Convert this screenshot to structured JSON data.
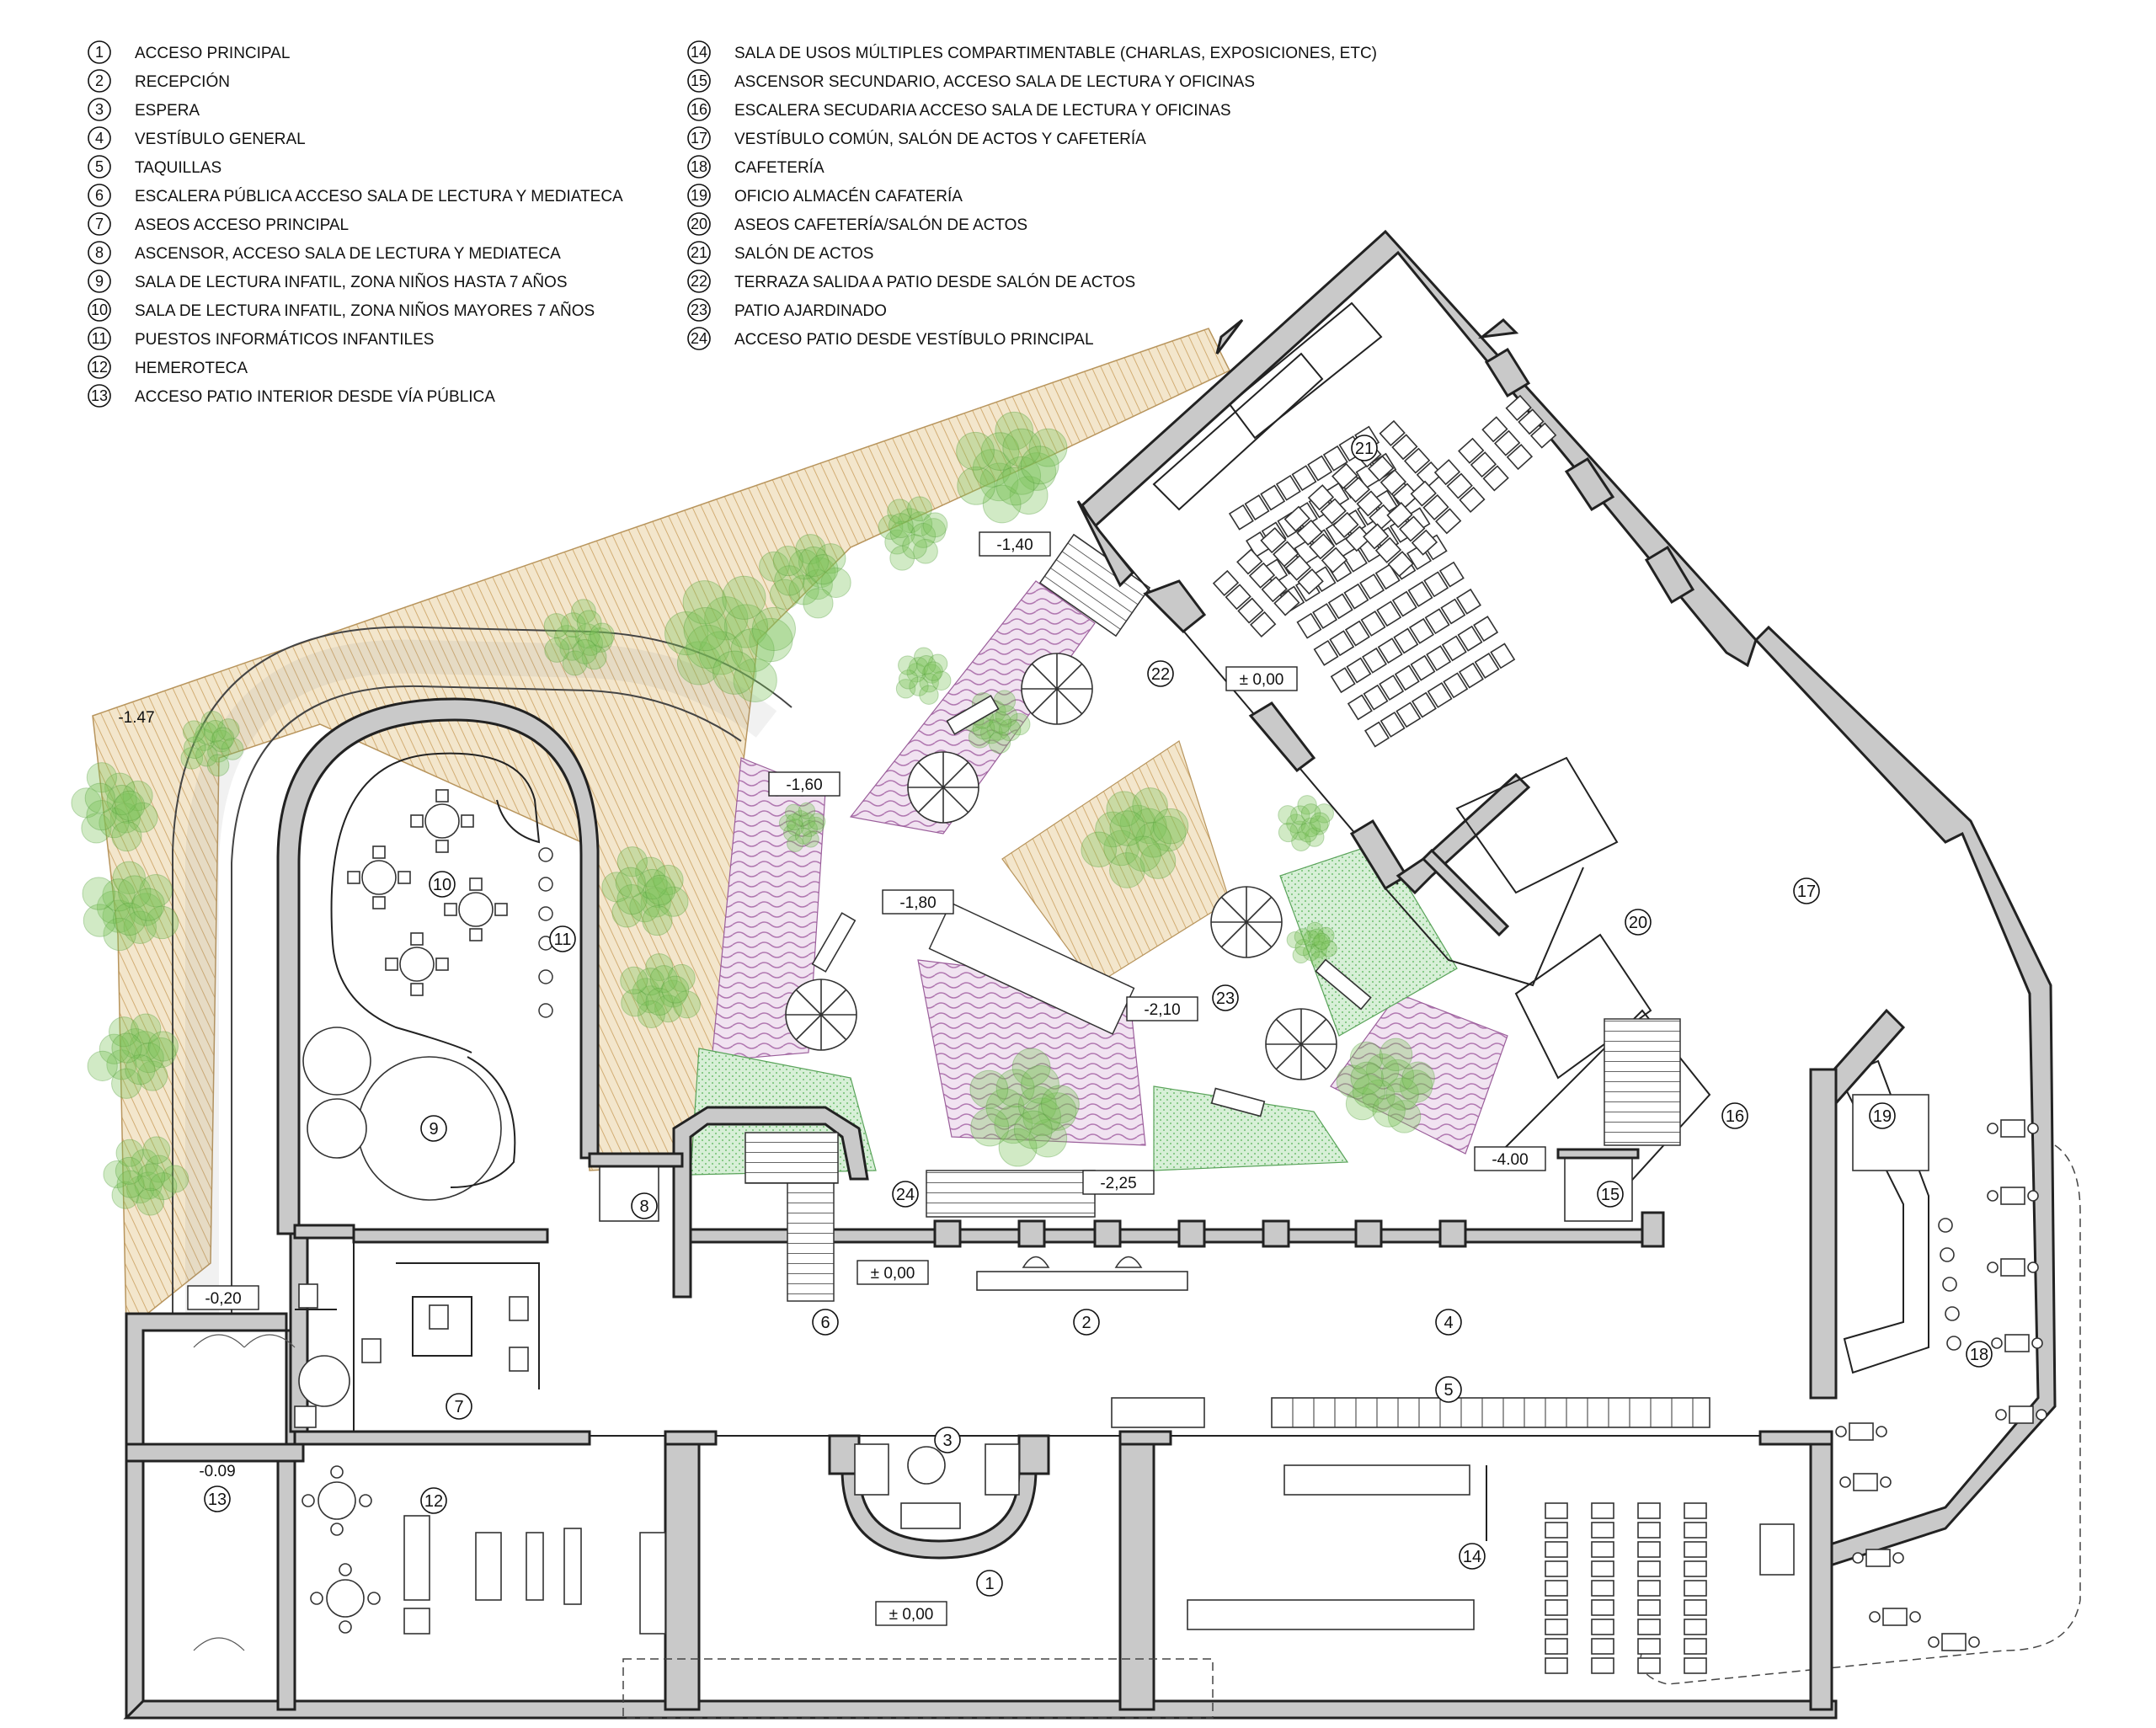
{
  "legend": [
    {
      "num": "1",
      "text": "ACCESO PRINCIPAL"
    },
    {
      "num": "2",
      "text": "RECEPCIÓN"
    },
    {
      "num": "3",
      "text": "ESPERA"
    },
    {
      "num": "4",
      "text": "VESTÍBULO GENERAL"
    },
    {
      "num": "5",
      "text": "TAQUILLAS"
    },
    {
      "num": "6",
      "text": "ESCALERA PÚBLICA ACCESO SALA DE LECTURA Y MEDIATECA"
    },
    {
      "num": "7",
      "text": "ASEOS ACCESO PRINCIPAL"
    },
    {
      "num": "8",
      "text": "ASCENSOR, ACCESO SALA DE LECTURA Y MEDIATECA"
    },
    {
      "num": "9",
      "text": "SALA DE LECTURA INFATIL, ZONA NIÑOS HASTA 7 AÑOS"
    },
    {
      "num": "10",
      "text": "SALA DE LECTURA INFATIL, ZONA NIÑOS MAYORES 7 AÑOS"
    },
    {
      "num": "11",
      "text": "PUESTOS INFORMÁTICOS INFANTILES"
    },
    {
      "num": "12",
      "text": "HEMEROTECA"
    },
    {
      "num": "13",
      "text": "ACCESO PATIO INTERIOR DESDE VÍA PÚBLICA"
    },
    {
      "num": "14",
      "text": "SALA DE USOS MÚLTIPLES COMPARTIMENTABLE (CHARLAS, EXPOSICIONES, ETC)"
    },
    {
      "num": "15",
      "text": "ASCENSOR SECUNDARIO, ACCESO SALA DE LECTURA Y  OFICINAS"
    },
    {
      "num": "16",
      "text": "ESCALERA SECUDARIA ACCESO SALA DE LECTURA Y OFICINAS"
    },
    {
      "num": "17",
      "text": "VESTÍBULO COMÚN, SALÓN DE ACTOS Y CAFETERÍA"
    },
    {
      "num": "18",
      "text": "CAFETERÍA"
    },
    {
      "num": "19",
      "text": "OFICIO ALMACÉN CAFATERÍA"
    },
    {
      "num": "20",
      "text": "ASEOS CAFETERÍA/SALÓN DE ACTOS"
    },
    {
      "num": "21",
      "text": "SALÓN DE ACTOS"
    },
    {
      "num": "22",
      "text": "TERRAZA SALIDA A PATIO DESDE SALÓN DE ACTOS"
    },
    {
      "num": "23",
      "text": "PATIO AJARDINADO"
    },
    {
      "num": "24",
      "text": "ACCESO PATIO DESDE VESTÍBULO PRINCIPAL"
    }
  ],
  "levels": [
    {
      "id": "lvl-1-40",
      "text": "-1,40"
    },
    {
      "id": "lvl-1-47",
      "text": "-1.47"
    },
    {
      "id": "lvl-1-60",
      "text": "-1,60"
    },
    {
      "id": "lvl-1-80",
      "text": "-1,80"
    },
    {
      "id": "lvl-2-10",
      "text": "-2,10"
    },
    {
      "id": "lvl-2-25",
      "text": "-2,25"
    },
    {
      "id": "lvl-4-00",
      "text": "-4.00"
    },
    {
      "id": "lvl-0-20",
      "text": "-0,20"
    },
    {
      "id": "lvl-0-09",
      "text": "-0.09"
    },
    {
      "id": "lvl-zero-hall",
      "text": "± 0,00"
    },
    {
      "id": "lvl-zero-main",
      "text": "± 0,00"
    },
    {
      "id": "lvl-zero-terrace",
      "text": "± 0,00"
    }
  ],
  "colors": {
    "wall": "#c9c9c9",
    "vegetation": "#7cc35a",
    "planter": "#d9b98a",
    "lawn": "#8fd08f",
    "paving": "#b77bb7",
    "line": "#222222"
  }
}
